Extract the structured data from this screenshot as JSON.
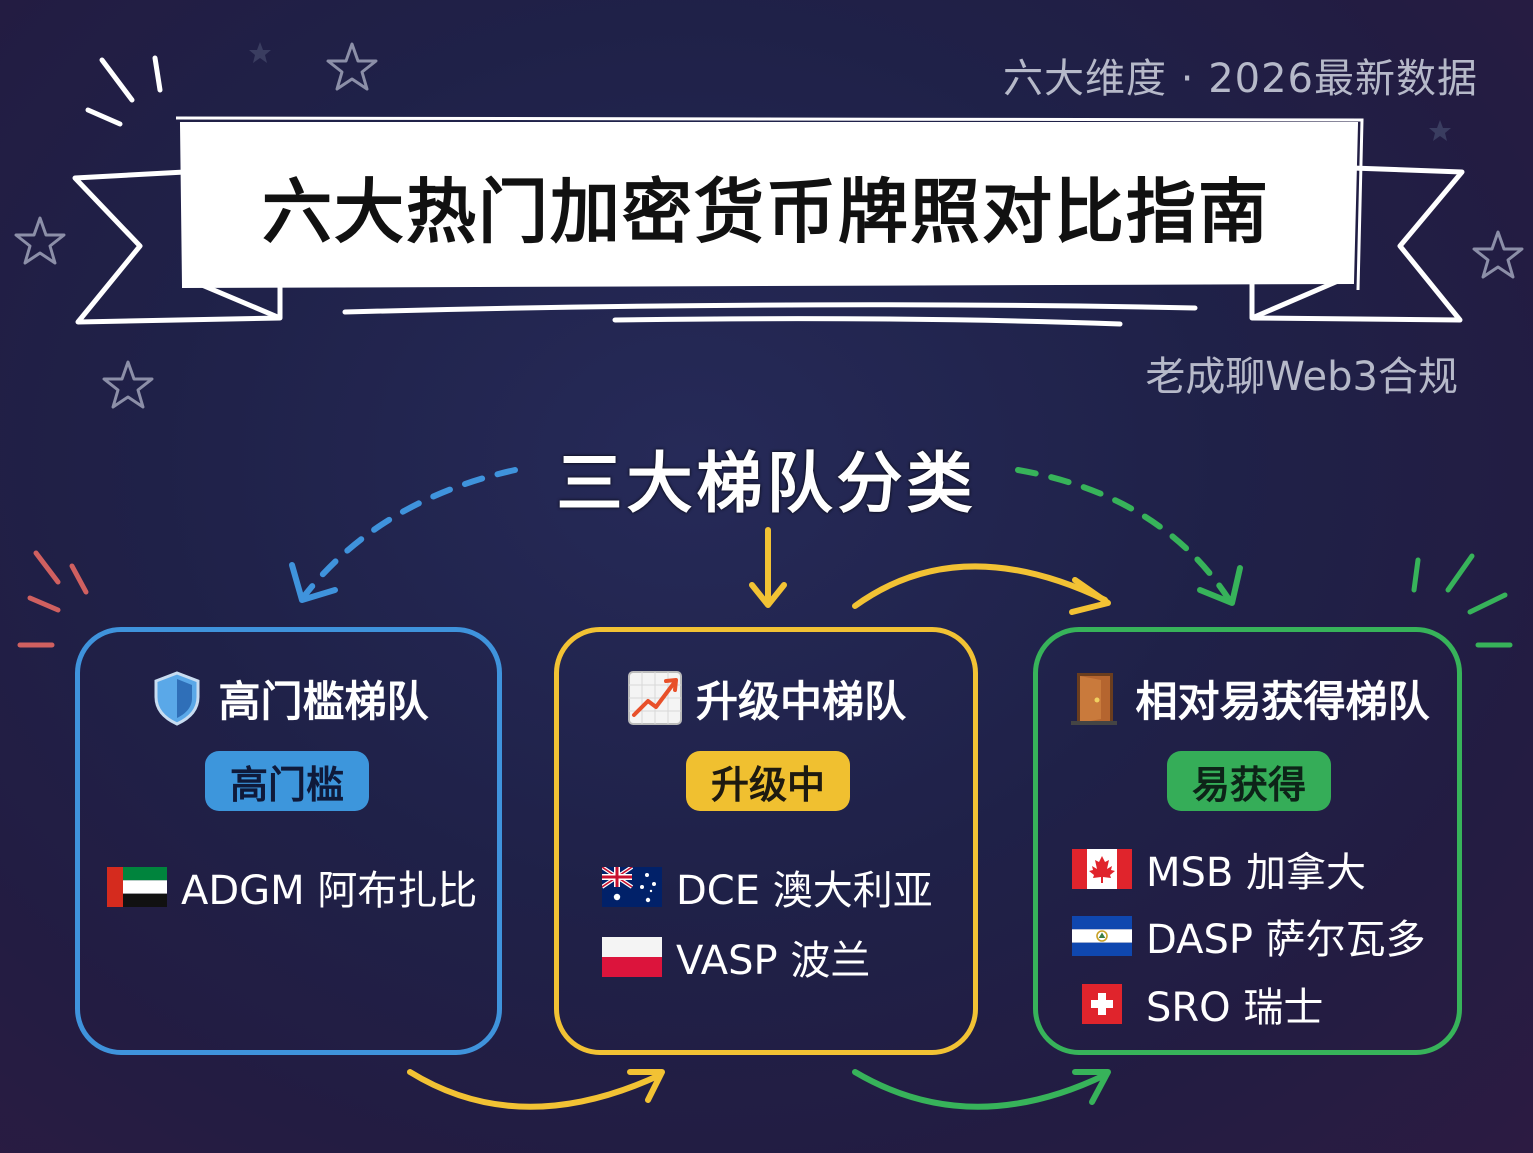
{
  "header": {
    "tag": "六大维度 · 2026最新数据",
    "title": "六大热门加密货币牌照对比指南",
    "author": "老成聊Web3合规"
  },
  "section_title": "三大梯队分类",
  "tiers": [
    {
      "name": "高门槛梯队",
      "badge": "高门槛",
      "icon": "shield-icon",
      "color": "#3f93dc",
      "items": [
        {
          "flag": "uae-flag-icon",
          "label": "ADGM 阿布扎比"
        }
      ]
    },
    {
      "name": "升级中梯队",
      "badge": "升级中",
      "icon": "chart-increasing-icon",
      "color": "#f2c234",
      "items": [
        {
          "flag": "australia-flag-icon",
          "label": "DCE 澳大利亚"
        },
        {
          "flag": "poland-flag-icon",
          "label": "VASP 波兰"
        }
      ]
    },
    {
      "name": "相对易获得梯队",
      "badge": "易获得",
      "icon": "door-icon",
      "color": "#37b35a",
      "items": [
        {
          "flag": "canada-flag-icon",
          "label": "MSB 加拿大"
        },
        {
          "flag": "el-salvador-flag-icon",
          "label": "DASP 萨尔瓦多"
        },
        {
          "flag": "switzerland-flag-icon",
          "label": "SRO 瑞士"
        }
      ]
    }
  ]
}
